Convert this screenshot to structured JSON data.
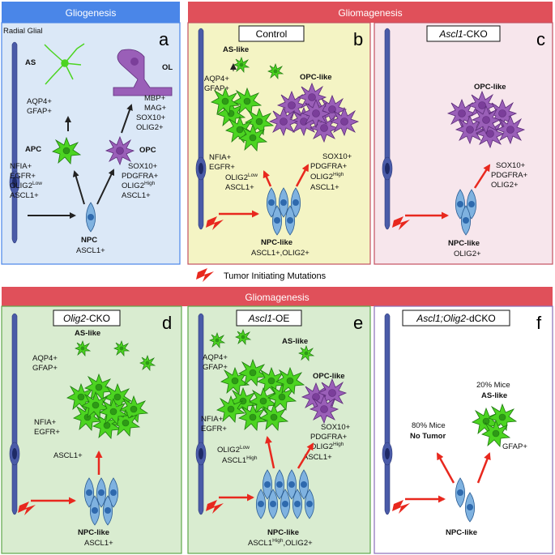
{
  "headers": {
    "gliogenesis": "Gliogenesis",
    "gliomagenesis_top": "Gliomagenesis",
    "gliomagenesis_bottom": "Gliomagenesis",
    "mutation_legend": "Tumor Initiating Mutations"
  },
  "panel_a": {
    "letter": "a",
    "radial": "Radial Glial",
    "as": "AS",
    "as_markers": [
      "AQP4+",
      "GFAP+"
    ],
    "ol": "OL",
    "ol_markers": [
      "MBP+",
      "MAG+",
      "SOX10+",
      "OLIG2+"
    ],
    "apc": "APC",
    "apc_markers": [
      "NFIA+",
      "EGFR+"
    ],
    "apc_olig2": "OLIG2",
    "apc_olig2_sup": "Low",
    "apc_ascl1": "ASCL1+",
    "opc": "OPC",
    "opc_markers": [
      "SOX10+",
      "PDGFRA+"
    ],
    "opc_olig2": "OLIG2",
    "opc_olig2_sup": "High",
    "opc_ascl1": "ASCL1+",
    "npc": "NPC",
    "npc_marker": "ASCL1+"
  },
  "panel_b": {
    "letter": "b",
    "title": "Control",
    "as_like": "AS-like",
    "as_markers": [
      "AQP4+",
      "GFAP+"
    ],
    "opc_like": "OPC-like",
    "left_markers": [
      "NFIA+",
      "EGFR+"
    ],
    "left_olig2": "OLIG2",
    "left_olig2_sup": "Low",
    "left_ascl1": "ASCL1+",
    "right_markers": [
      "SOX10+",
      "PDGFRA+"
    ],
    "right_olig2": "OLIG2",
    "right_olig2_sup": "High",
    "right_ascl1": "ASCL1+",
    "npc_like": "NPC-like",
    "npc_markers": "ASCL1+,OLIG2+"
  },
  "panel_c": {
    "letter": "c",
    "title_italic": "Ascl1",
    "title_rest": "-CKO",
    "opc_like": "OPC-like",
    "markers": [
      "SOX10+",
      "PDGFRA+",
      "OLIG2+"
    ],
    "npc_like": "NPC-like",
    "npc_marker": "OLIG2+"
  },
  "panel_d": {
    "letter": "d",
    "title_italic": "Olig2",
    "title_rest": "-CKO",
    "as_like": "AS-like",
    "as_markers": [
      "AQP4+",
      "GFAP+"
    ],
    "markers": [
      "NFIA+",
      "EGFR+"
    ],
    "ascl1": "ASCL1+",
    "npc_like": "NPC-like",
    "npc_marker": "ASCL1+"
  },
  "panel_e": {
    "letter": "e",
    "title_italic": "Ascl1",
    "title_rest": "-OE",
    "as_like": "AS-like",
    "as_markers": [
      "AQP4+",
      "GFAP+"
    ],
    "opc_like": "OPC-like",
    "left_markers": [
      "NFIA+",
      "EGFR+"
    ],
    "left_olig2": "OLIG2",
    "left_olig2_sup": "Low",
    "left_ascl1": "ASCL1",
    "left_ascl1_sup": "High",
    "right_markers": [
      "SOX10+",
      "PDGFRA+"
    ],
    "right_olig2": "OLIG2",
    "right_olig2_sup": "High",
    "right_ascl1": "ASCL1+",
    "npc_like": "NPC-like",
    "npc_ascl1": "ASCL1",
    "npc_ascl1_sup": "High",
    "npc_olig2": ",OLIG2+"
  },
  "panel_f": {
    "letter": "f",
    "title_italic": "Ascl1;Olig2",
    "title_rest": "-dCKO",
    "mice20": "20% Mice",
    "as_like": "AS-like",
    "mice80": "80% Mice",
    "no_tumor": "No Tumor",
    "gfap": "GFAP+",
    "npc_like": "NPC-like"
  },
  "colors": {
    "header_blue": "#4a86e8",
    "header_red": "#e0505a",
    "panel_a_bg": "#dbe8f7",
    "panel_b_bg": "#f4f4c4",
    "panel_c_bg": "#f7e6ec",
    "panel_de_bg": "#d9ecd0",
    "panel_f_bg": "#ffffff",
    "astro_green": "#4cd421",
    "opc_purple": "#9a5fb8",
    "npc_blue": "#7fb2e0",
    "arrow_red": "#e8281e"
  }
}
